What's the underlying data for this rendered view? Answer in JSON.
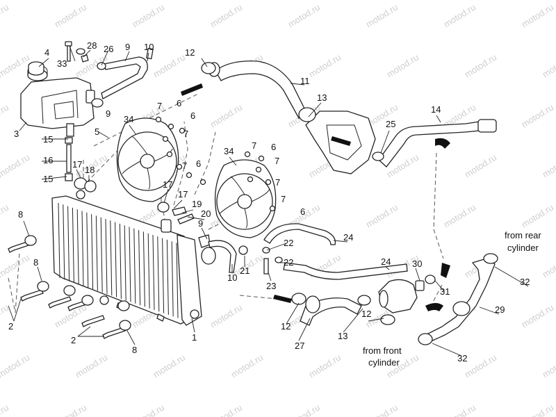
{
  "watermark": "motod.ru",
  "callouts": [
    {
      "id": "c1",
      "text": "1"
    },
    {
      "id": "c2a",
      "text": "2"
    },
    {
      "id": "c2b",
      "text": "2"
    },
    {
      "id": "c3",
      "text": "3"
    },
    {
      "id": "c4",
      "text": "4"
    },
    {
      "id": "c5",
      "text": "5"
    },
    {
      "id": "c6a",
      "text": "6"
    },
    {
      "id": "c6b",
      "text": "6"
    },
    {
      "id": "c6c",
      "text": "6"
    },
    {
      "id": "c6d",
      "text": "6"
    },
    {
      "id": "c6e",
      "text": "6"
    },
    {
      "id": "c7a",
      "text": "7"
    },
    {
      "id": "c7b",
      "text": "7"
    },
    {
      "id": "c7c",
      "text": "7"
    },
    {
      "id": "c7d",
      "text": "7"
    },
    {
      "id": "c7e",
      "text": "7"
    },
    {
      "id": "c7f",
      "text": "7"
    },
    {
      "id": "c7g",
      "text": "7"
    },
    {
      "id": "c8a",
      "text": "8"
    },
    {
      "id": "c8b",
      "text": "8"
    },
    {
      "id": "c8c",
      "text": "8"
    },
    {
      "id": "c9a",
      "text": "9"
    },
    {
      "id": "c9b",
      "text": "9"
    },
    {
      "id": "c9c",
      "text": "9"
    },
    {
      "id": "c10a",
      "text": "10"
    },
    {
      "id": "c10b",
      "text": "10"
    },
    {
      "id": "c11",
      "text": "11"
    },
    {
      "id": "c12a",
      "text": "12"
    },
    {
      "id": "c12b",
      "text": "12"
    },
    {
      "id": "c12c",
      "text": "12"
    },
    {
      "id": "c13a",
      "text": "13"
    },
    {
      "id": "c13b",
      "text": "13"
    },
    {
      "id": "c14",
      "text": "14"
    },
    {
      "id": "c15a",
      "text": "15"
    },
    {
      "id": "c15b",
      "text": "15"
    },
    {
      "id": "c16",
      "text": "16"
    },
    {
      "id": "c17a",
      "text": "17"
    },
    {
      "id": "c17b",
      "text": "17"
    },
    {
      "id": "c17c",
      "text": "17"
    },
    {
      "id": "c18",
      "text": "18"
    },
    {
      "id": "c19",
      "text": "19"
    },
    {
      "id": "c20",
      "text": "20"
    },
    {
      "id": "c21",
      "text": "21"
    },
    {
      "id": "c22a",
      "text": "22"
    },
    {
      "id": "c22b",
      "text": "22"
    },
    {
      "id": "c23",
      "text": "23"
    },
    {
      "id": "c24a",
      "text": "24"
    },
    {
      "id": "c24b",
      "text": "24"
    },
    {
      "id": "c25",
      "text": "25"
    },
    {
      "id": "c26",
      "text": "26"
    },
    {
      "id": "c27",
      "text": "27"
    },
    {
      "id": "c28",
      "text": "28"
    },
    {
      "id": "c29",
      "text": "29"
    },
    {
      "id": "c30",
      "text": "30"
    },
    {
      "id": "c31",
      "text": "31"
    },
    {
      "id": "c32a",
      "text": "32"
    },
    {
      "id": "c32b",
      "text": "32"
    },
    {
      "id": "c33",
      "text": "33"
    },
    {
      "id": "c34a",
      "text": "34"
    },
    {
      "id": "c34b",
      "text": "34"
    }
  ],
  "notes": {
    "rear_line1": "from rear",
    "rear_line2": "cylinder",
    "front_line1": "from front",
    "front_line2": "cylinder"
  },
  "colors": {
    "ink": "#222222",
    "watermark": "#cfcfcf",
    "background": "#ffffff"
  }
}
